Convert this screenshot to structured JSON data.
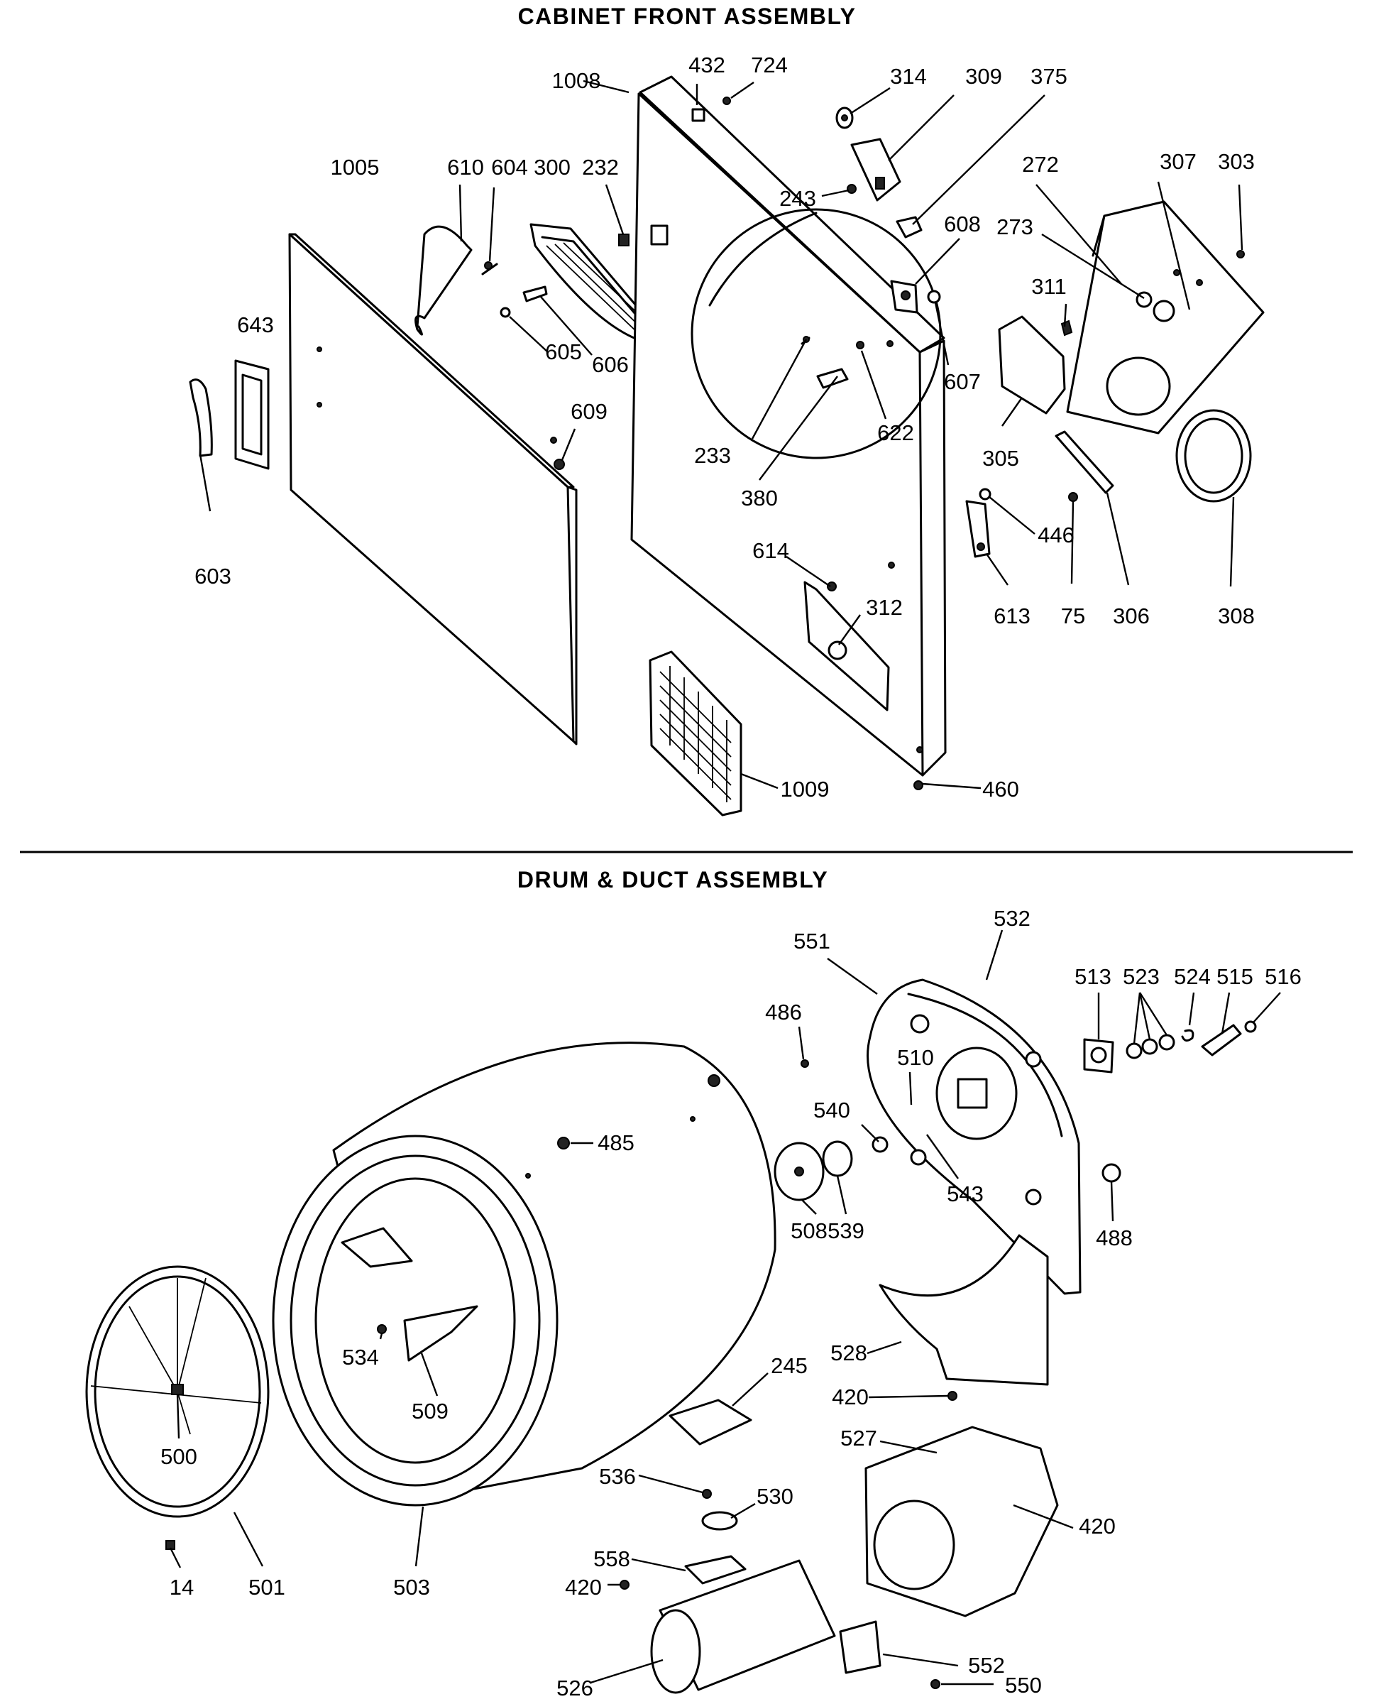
{
  "sections": {
    "cabinet_front": {
      "title": "CABINET FRONT ASSEMBLY",
      "callouts": {
        "c1008": "1008",
        "c432": "432",
        "c724": "724",
        "c314": "314",
        "c309": "309",
        "c375": "375",
        "c1005": "1005",
        "c610": "610",
        "c604": "604",
        "c300": "300",
        "c232": "232",
        "c243": "243",
        "c272": "272",
        "c307": "307",
        "c303": "303",
        "c608": "608",
        "c273": "273",
        "c643": "643",
        "c311": "311",
        "c605": "605",
        "c606": "606",
        "c607": "607",
        "c622": "622",
        "c233": "233",
        "c305": "305",
        "c609": "609",
        "c380": "380",
        "c446": "446",
        "c603": "603",
        "c614": "614",
        "c312": "312",
        "c613": "613",
        "c75": "75",
        "c306": "306",
        "c308": "308",
        "c1009": "1009",
        "c460": "460"
      }
    },
    "drum_duct": {
      "title": "DRUM & DUCT ASSEMBLY",
      "callouts": {
        "c532": "532",
        "c551": "551",
        "c513": "513",
        "c523": "523",
        "c524": "524",
        "c515": "515",
        "c516": "516",
        "c486": "486",
        "c510": "510",
        "c540": "540",
        "c485": "485",
        "c543": "543",
        "c508": "508",
        "c539": "539",
        "c488": "488",
        "c528": "528",
        "c534": "534",
        "c245": "245",
        "c420a": "420",
        "c509": "509",
        "c527": "527",
        "c500": "500",
        "c536": "536",
        "c530": "530",
        "c420b": "420",
        "c558": "558",
        "c420c": "420",
        "c14": "14",
        "c501": "501",
        "c503": "503",
        "c552": "552",
        "c550": "550",
        "c526": "526"
      }
    }
  }
}
